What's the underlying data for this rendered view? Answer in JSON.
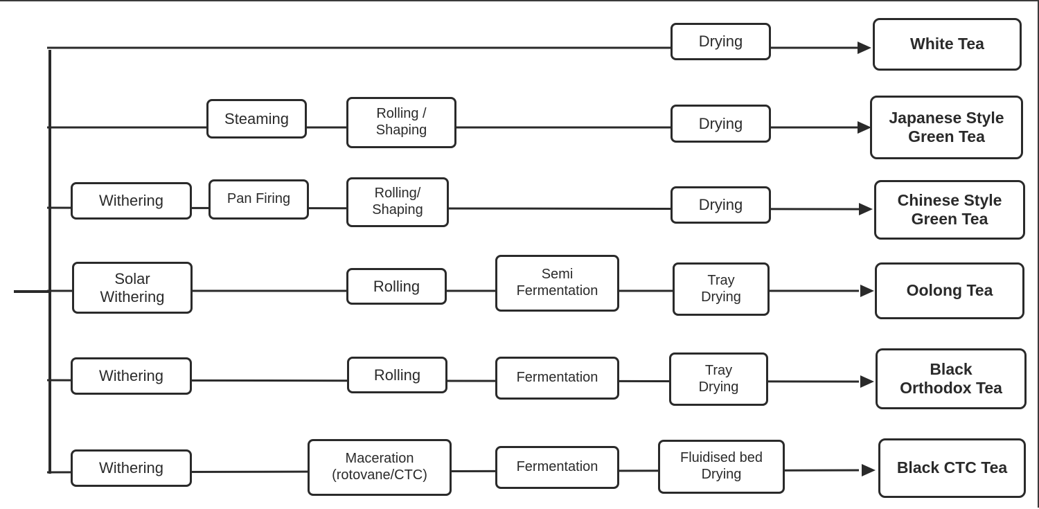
{
  "rows": [
    {
      "name": "white",
      "steps": [
        "Drying"
      ],
      "product": "White Tea"
    },
    {
      "name": "japanese-green",
      "steps": [
        "Steaming",
        "Rolling /\nShaping",
        "Drying"
      ],
      "product": "Japanese Style\nGreen Tea"
    },
    {
      "name": "chinese-green",
      "steps": [
        "Withering",
        "Pan Firing",
        "Rolling/\nShaping",
        "Drying"
      ],
      "product": "Chinese Style\nGreen Tea"
    },
    {
      "name": "oolong",
      "steps": [
        "Solar\nWithering",
        "Rolling",
        "Semi\nFermentation",
        "Tray\nDrying"
      ],
      "product": "Oolong Tea"
    },
    {
      "name": "black-orthodox",
      "steps": [
        "Withering",
        "Rolling",
        "Fermentation",
        "Tray\nDrying"
      ],
      "product": "Black\nOrthodox Tea"
    },
    {
      "name": "black-ctc",
      "steps": [
        "Withering",
        "Maceration\n(rotovane/CTC)",
        "Fermentation",
        "Fluidised bed\nDrying"
      ],
      "product": "Black CTC Tea"
    }
  ]
}
